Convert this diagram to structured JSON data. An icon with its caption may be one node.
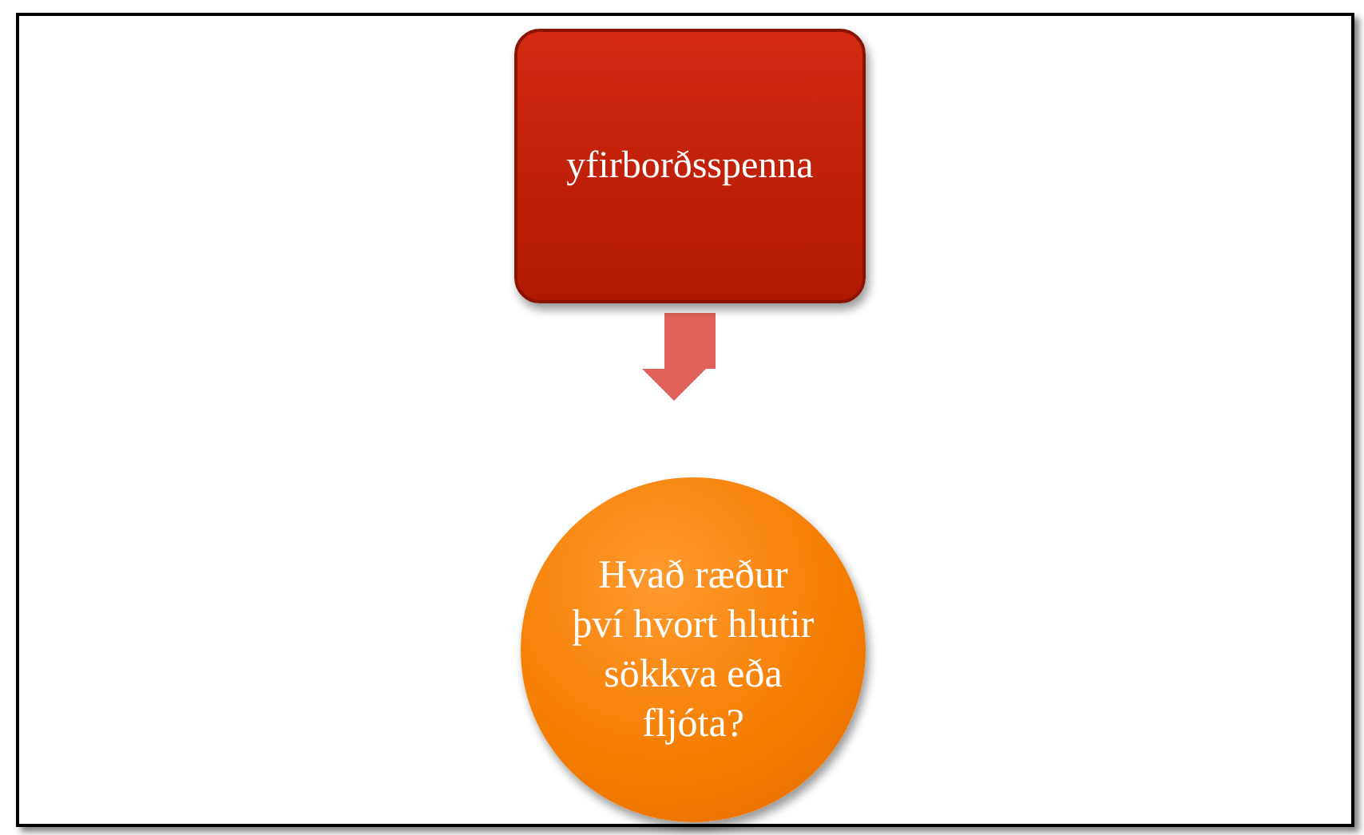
{
  "diagram": {
    "nodes": [
      {
        "text": [
          "yfirborðsspenna"
        ]
      },
      {
        "text": [
          "Hvað ræður því hvort hlutir sökkva eða fljóta?"
        ]
      }
    ],
    "edges": [
      {
        "from": 0,
        "to": 1,
        "arrow": "to"
      }
    ]
  }
}
